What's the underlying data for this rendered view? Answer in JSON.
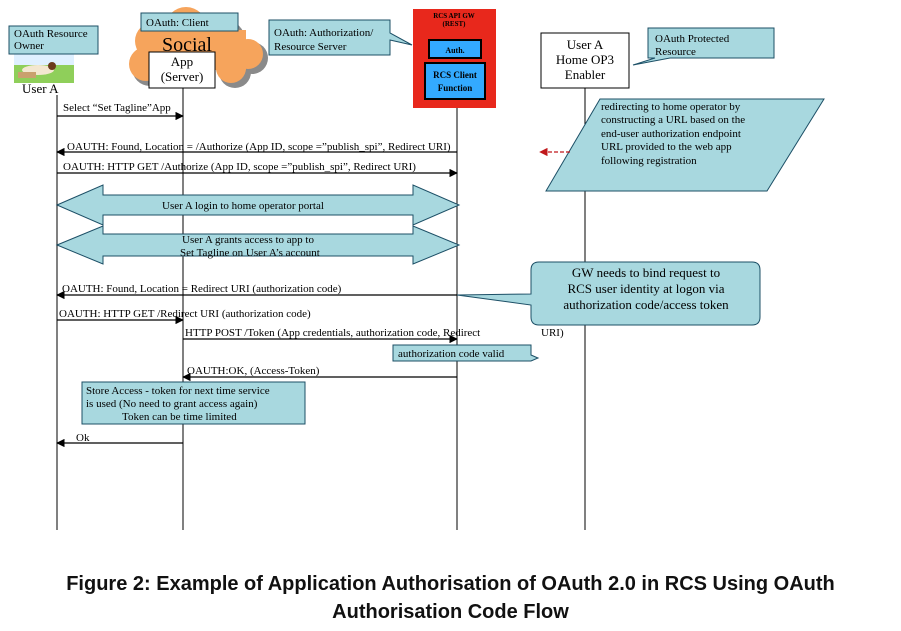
{
  "callouts": {
    "resource_owner": [
      "OAuth Resource",
      "Owner"
    ],
    "client": "OAuth: Client",
    "auth_server": [
      "OAuth: Authorization/",
      "Resource Server"
    ],
    "protected_resource": [
      "OAuth Protected",
      "Resource"
    ]
  },
  "actors": {
    "user_a": "User A",
    "social_app_word": "Social",
    "app_server": [
      "App",
      "(Server)"
    ],
    "gw_title": [
      "RCS API GW",
      "(REST)"
    ],
    "gw_auth": "Auth.",
    "gw_client_function": [
      "RCS Client",
      "Function"
    ],
    "home_op": [
      "User A",
      "Home OP3",
      "Enabler"
    ]
  },
  "messages": {
    "m1": "Select “Set Tagline”App",
    "m2": "OAUTH: Found, Location = /Authorize (App ID, scope =”publish_spi”, Redirect URI)",
    "m3": "OAUTH: HTTP GET /Authorize (App ID, scope =”publish_spi”, Redirect URI)",
    "m4": "User A login  to home  operator  portal",
    "m5": [
      "User A grants access to app to",
      "Set Tagline on User A’s  account"
    ],
    "m6": "OAUTH: Found, Location = Redirect URI (authorization code)",
    "m7": "OAUTH: HTTP GET /Redirect URI (authorization code)",
    "m8a": "HTTP POST /Token (App credentials, authorization code, Redirect",
    "m8b": "URI)",
    "m9": "authorization code valid",
    "m10": "OAUTH:OK, (Access-Token)",
    "m11": "Ok"
  },
  "notes": {
    "redirect_note": [
      "redirecting  to  home  operator  by",
      "constructing  a  URL  based  on  the",
      "end-user   authorization   endpoint",
      "URL  provided  to  the  web  app",
      "following registration"
    ],
    "gw_bind_note": [
      "GW needs to bind request to",
      "RCS user identity at logon via",
      "authorization code/access token"
    ],
    "store_note": [
      "Store Access - token for next time service",
      " is used (No need to grant access again)",
      "Token can be time limited"
    ]
  },
  "caption": [
    "Figure 2: Example of Application Authorisation of OAuth 2.0 in RCS Using OAuth",
    "Authorisation Code Flow"
  ],
  "colors": {
    "callout_fill": "#a8d8df",
    "callout_border": "#1c4f66",
    "gw_red": "#e8281c",
    "gw_blue": "#33aaff",
    "cloud_orange": "#f6a45c",
    "cloud_gray": "#8a8a8a"
  }
}
